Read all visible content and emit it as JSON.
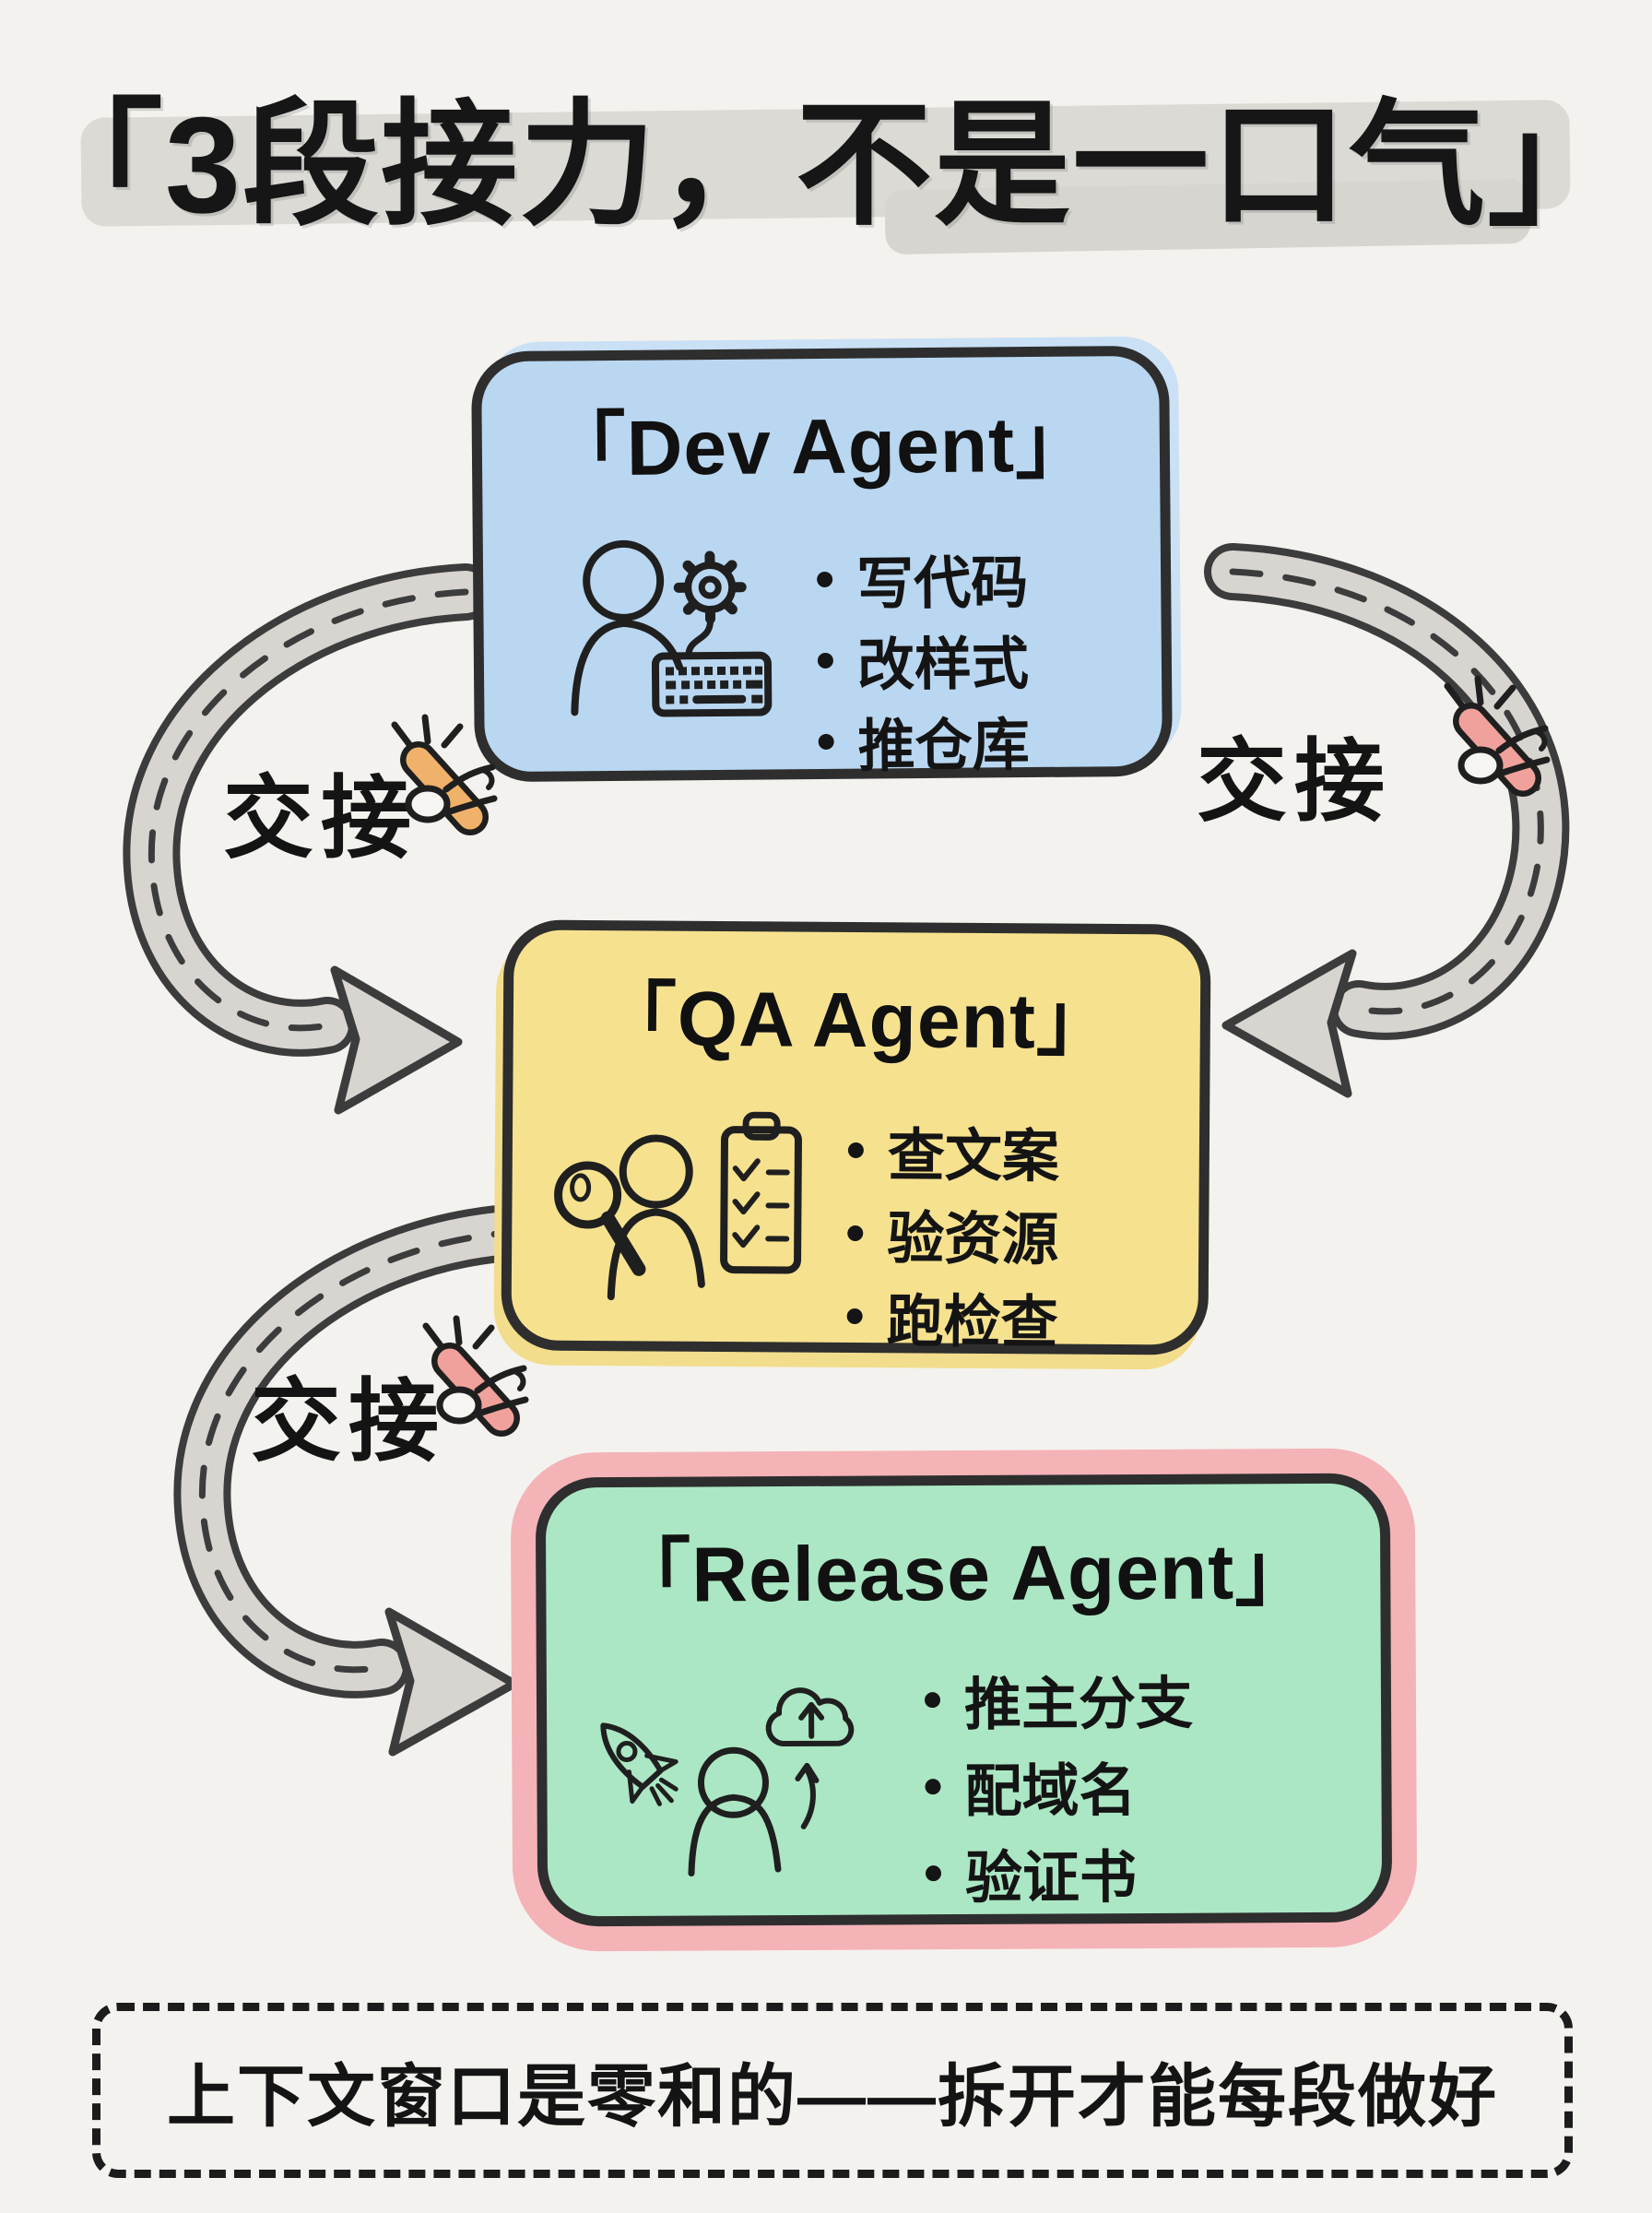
{
  "title": "「3段接力，不是一口气」",
  "handoff_label": "交接",
  "footer_note": "上下文窗口是零和的——拆开才能每段做好",
  "agents": [
    {
      "name": "「Dev Agent」",
      "items": [
        "写代码",
        "改样式",
        "推仓库"
      ],
      "color": "#b9d7f1",
      "icon": "person-gear-keyboard-icon"
    },
    {
      "name": "「QA Agent」",
      "items": [
        "查文案",
        "验资源",
        "跑检查"
      ],
      "color": "#f6e28e",
      "icon": "magnifier-person-checklist-icon"
    },
    {
      "name": "「Release Agent」",
      "items": [
        "推主分支",
        "配域名",
        "验证书"
      ],
      "color": "#abe7c4",
      "ring_color": "#f4b3b7",
      "icon": "rocket-person-cloud-upload-icon"
    }
  ],
  "flow": [
    {
      "from": "Dev Agent",
      "to": "QA Agent",
      "label": "交接",
      "side": "left",
      "baton_color": "#f0b26a"
    },
    {
      "from": "Dev Agent",
      "to": "QA Agent",
      "label": "交接",
      "side": "right",
      "baton_color": "#f0a19b"
    },
    {
      "from": "QA Agent",
      "to": "Release Agent",
      "label": "交接",
      "side": "left",
      "baton_color": "#f0a19b"
    }
  ],
  "icons": {
    "handoff": "relay-baton-in-hand-icon",
    "connector": "dashed-road-arrow"
  },
  "colors": {
    "background": "#f4f2ee",
    "outline": "#2e2e2e",
    "dev_box": "#b9d7f1",
    "qa_box": "#f6e28e",
    "release_box": "#abe7c4",
    "release_ring": "#f4b3b7",
    "road_fill": "#d8d5d1",
    "road_edge": "#3c3c3c",
    "baton_orange": "#f0b26a",
    "baton_pink": "#f0a19b",
    "title_highlight": "#dcdad5"
  }
}
